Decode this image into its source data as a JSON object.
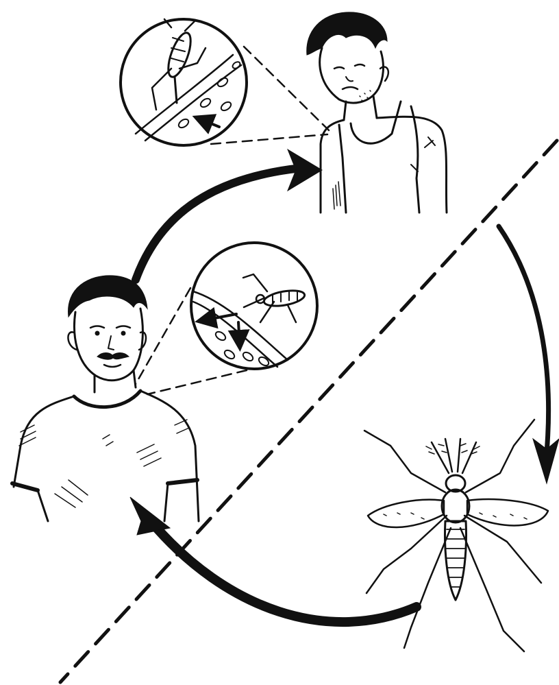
{
  "figure": {
    "theme": "malaria transmission cycle",
    "colors": {
      "ink": "#111111",
      "paper": "#ffffff"
    },
    "figures": [
      {
        "id": "sick-man",
        "icon": "sick-man-illustration"
      },
      {
        "id": "healthy-man",
        "icon": "healthy-man-illustration"
      },
      {
        "id": "mosquito",
        "icon": "mosquito-illustration"
      }
    ],
    "insets": [
      {
        "id": "inset-top",
        "icon": "mosquito-feeding-magnified-icon"
      },
      {
        "id": "inset-middle",
        "icon": "mosquito-injecting-magnified-icon"
      }
    ],
    "arrows": [
      {
        "from": "healthy-man",
        "to": "sick-man"
      },
      {
        "from": "sick-man",
        "to": "mosquito"
      },
      {
        "from": "mosquito",
        "to": "healthy-man"
      }
    ],
    "divider": "dashed-diagonal-line"
  }
}
